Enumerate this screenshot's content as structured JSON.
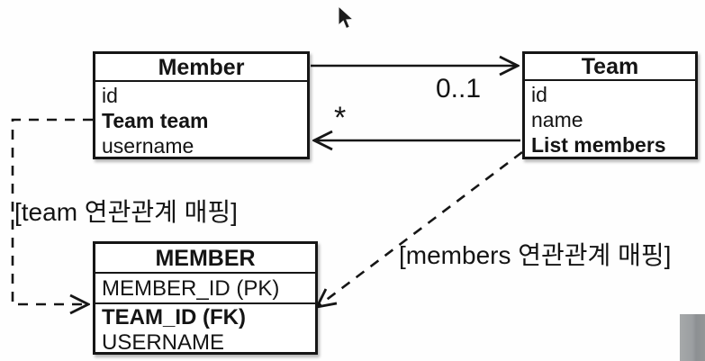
{
  "member_class": {
    "title": "Member",
    "fields": [
      "id",
      "Team team",
      "username"
    ]
  },
  "team_class": {
    "title": "Team",
    "fields": [
      "id",
      "name",
      "List members"
    ]
  },
  "member_table": {
    "title": "MEMBER",
    "row_pk": "MEMBER_ID (PK)",
    "row_fk": "TEAM_ID (FK)",
    "row_username": "USERNAME"
  },
  "labels": {
    "multiplicity_team_side": "0..1",
    "multiplicity_member_side": "*",
    "team_mapping_note": "[team 연관관계 매핑]",
    "members_mapping_note": "[members 연관관계 매핑]"
  },
  "icons": {
    "cursor": "mouse-pointer-icon"
  },
  "colors": {
    "line": "#161616",
    "text": "#141414",
    "background": "#fefefe",
    "corner_rect": "#9b9ea1"
  }
}
